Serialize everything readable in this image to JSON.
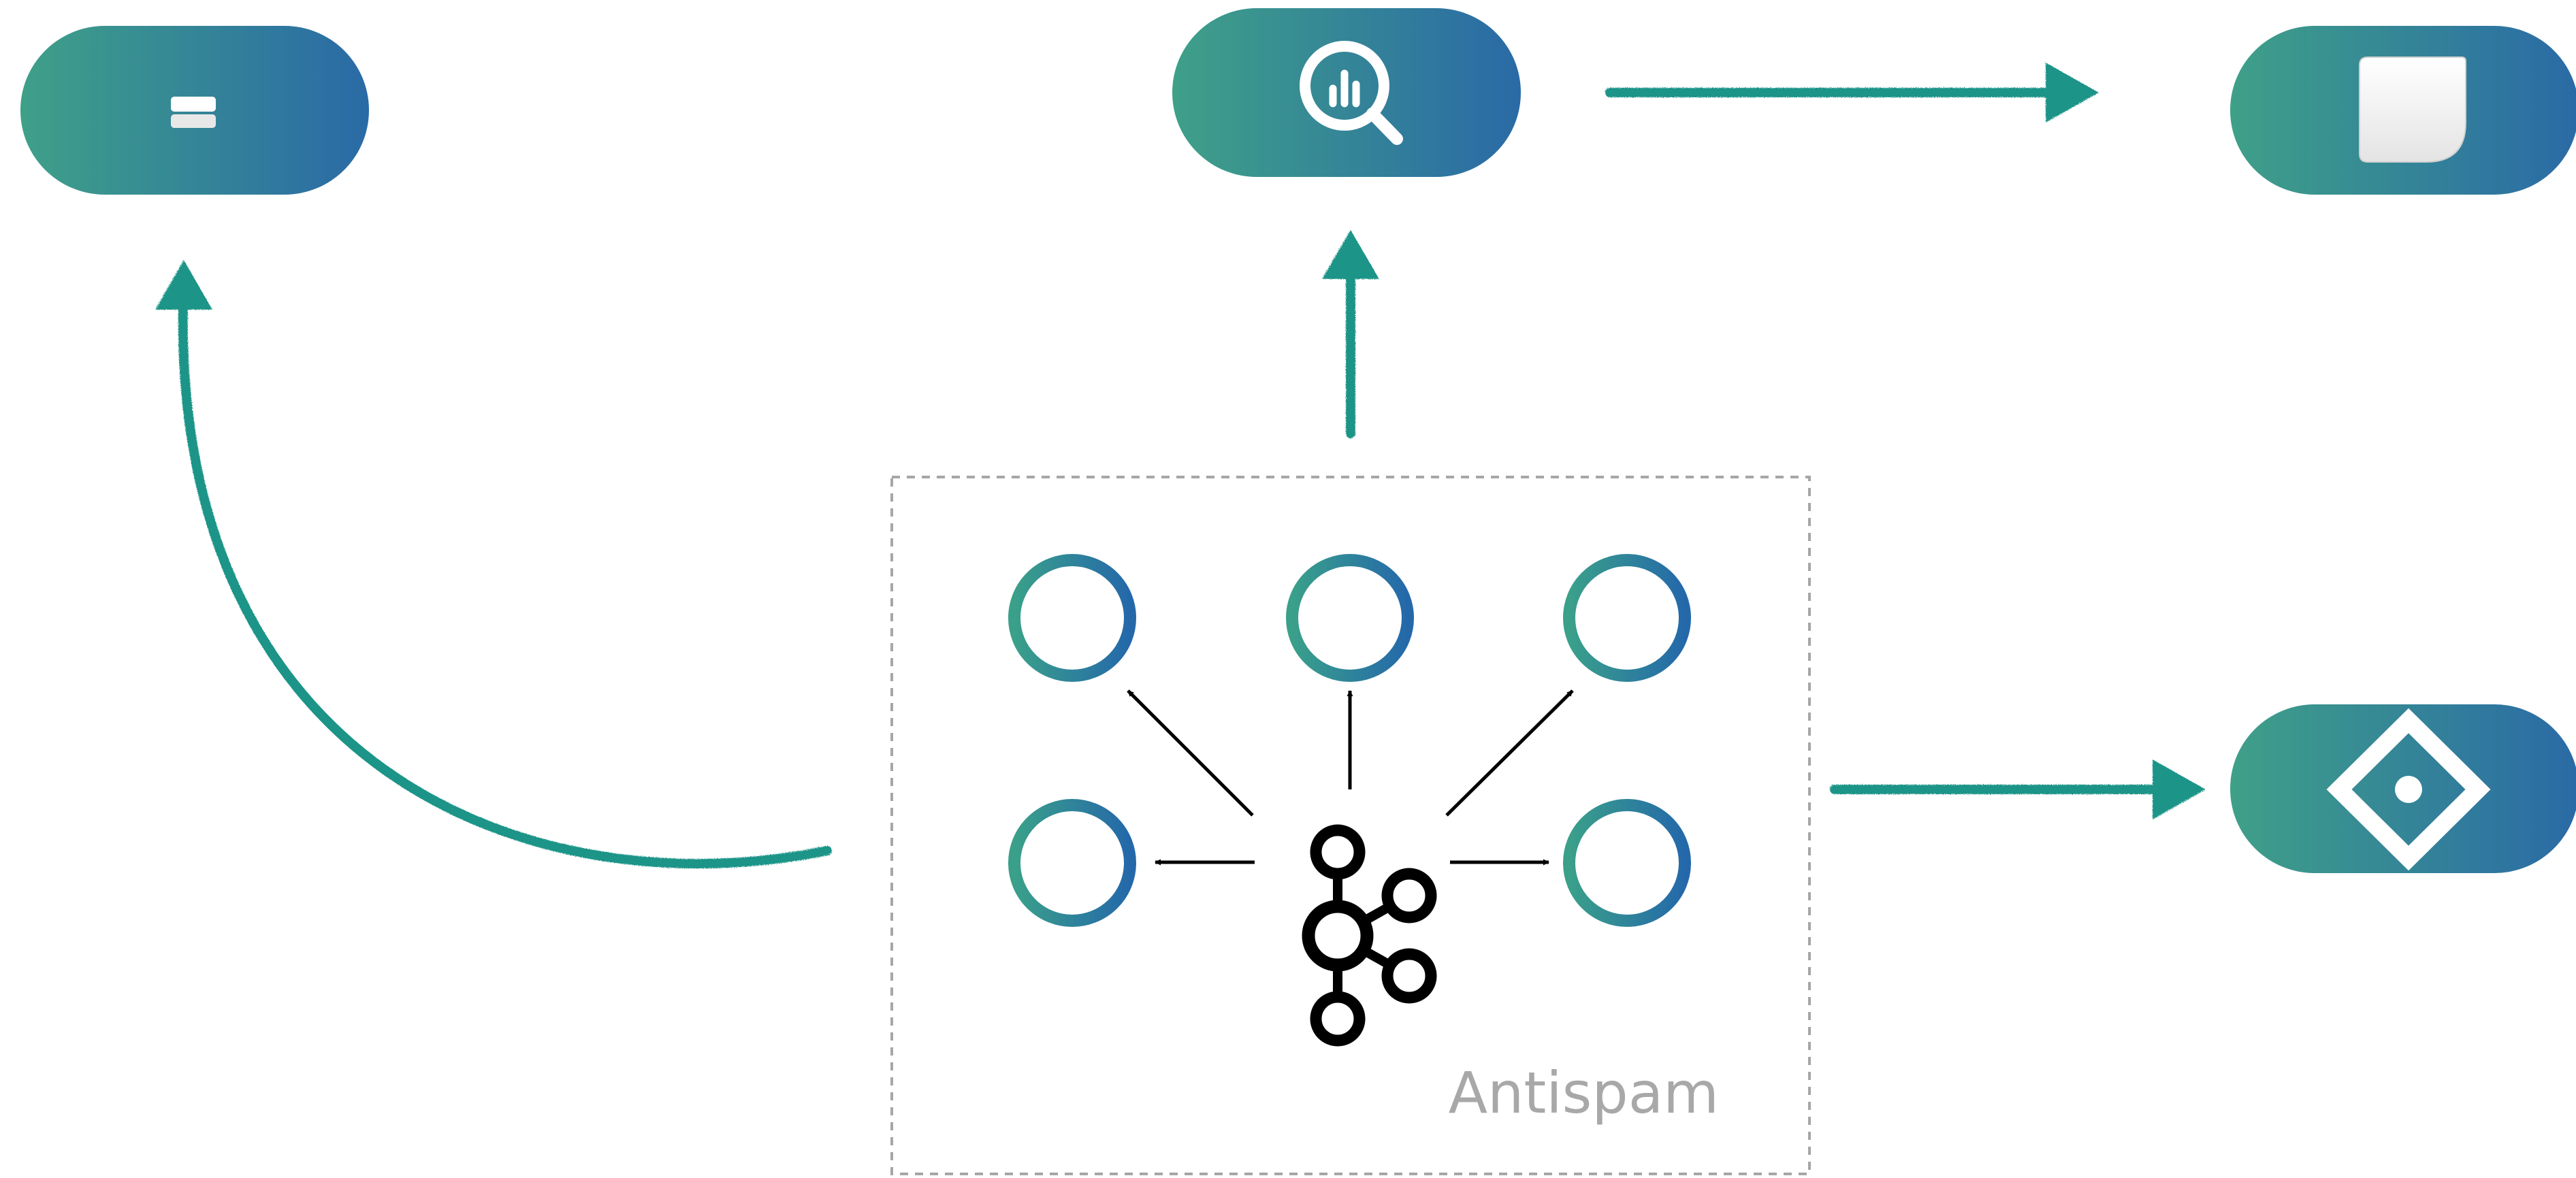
{
  "colors": {
    "gradient_start": "#3FA088",
    "gradient_end": "#2A6AA6",
    "arrow": "#1A9488",
    "dashed_border": "#A6A6A6",
    "caption": "#A8A8A8",
    "icon": "#FFFFFF",
    "hub": "#000000"
  },
  "group": {
    "label": "Antispam",
    "consumer_count": 5
  },
  "nodes": [
    {
      "id": "db",
      "icon": "database-icon"
    },
    {
      "id": "analytics",
      "icon": "bigquery-icon"
    },
    {
      "id": "report",
      "icon": "document-icon"
    },
    {
      "id": "ml",
      "icon": "diamond-eye-icon"
    }
  ],
  "hub": {
    "icon": "kafka-icon"
  }
}
